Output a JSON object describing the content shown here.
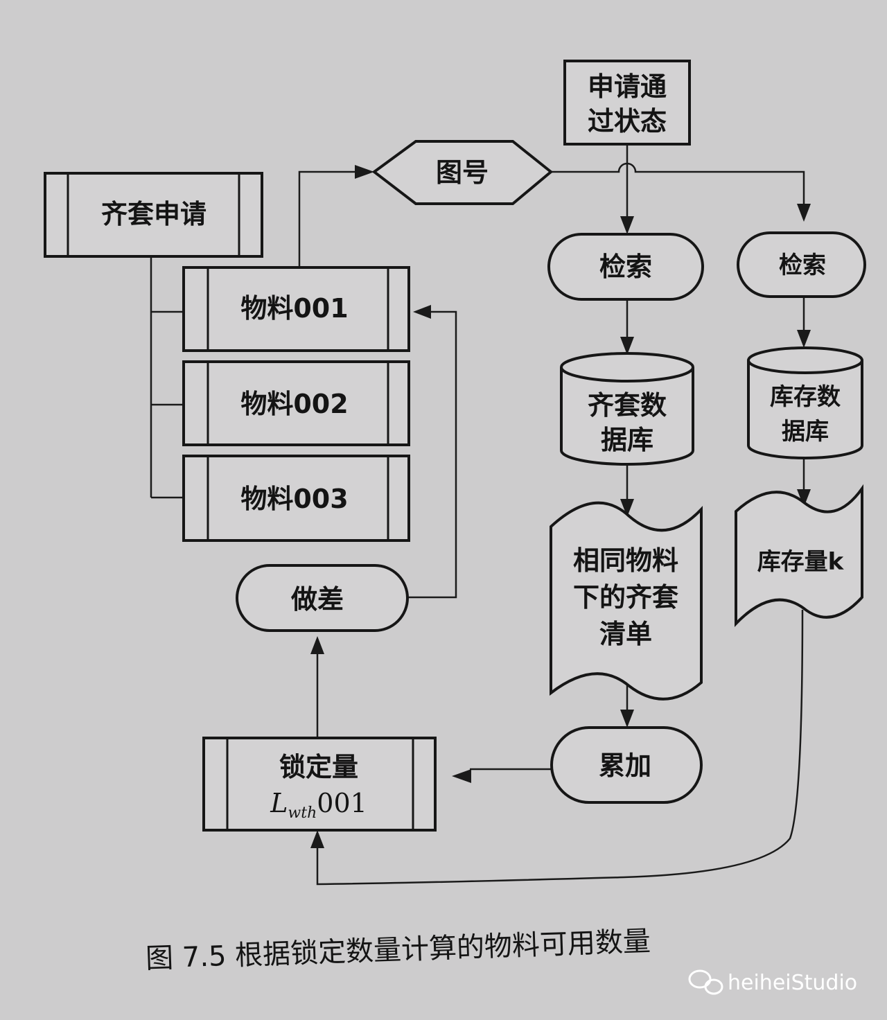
{
  "nodes": {
    "apply_pass": [
      "申请通",
      "过状态"
    ],
    "drawing_no": "图号",
    "kit_apply": "齐套申请",
    "mat1": "物料001",
    "mat2": "物料002",
    "mat3": "物料003",
    "search1": "检索",
    "search2": "检索",
    "kit_db": [
      "齐套数",
      "据库"
    ],
    "stock_db": [
      "库存数",
      "据库"
    ],
    "kit_list": [
      "相同物料",
      "下的齐套",
      "清单"
    ],
    "stock_qty": "库存量k",
    "diff": "做差",
    "accumulate": "累加",
    "lock_qty": {
      "line1": "锁定量",
      "var": "L",
      "sub": "wth",
      "num": "001"
    }
  },
  "caption": "图 7.5   根据锁定数量计算的物料可用数量",
  "watermark": "heiheiStudio"
}
